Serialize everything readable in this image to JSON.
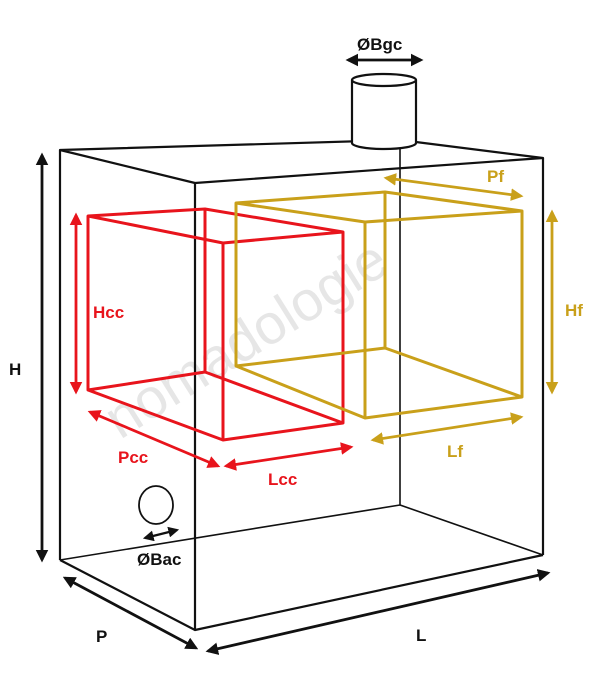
{
  "colors": {
    "outline": "#111111",
    "combustion_chamber": "#e8141c",
    "oven": "#c9a01a"
  },
  "labels": {
    "chimney_diameter": "ØBgc",
    "height": "H",
    "depth": "P",
    "length": "L",
    "chamber_height": "Hcc",
    "chamber_depth": "Pcc",
    "chamber_length": "Lcc",
    "oven_depth": "Pf",
    "oven_height": "Hf",
    "oven_length": "Lf",
    "air_inlet_diameter": "ØBac"
  },
  "watermark": "nomadologie"
}
